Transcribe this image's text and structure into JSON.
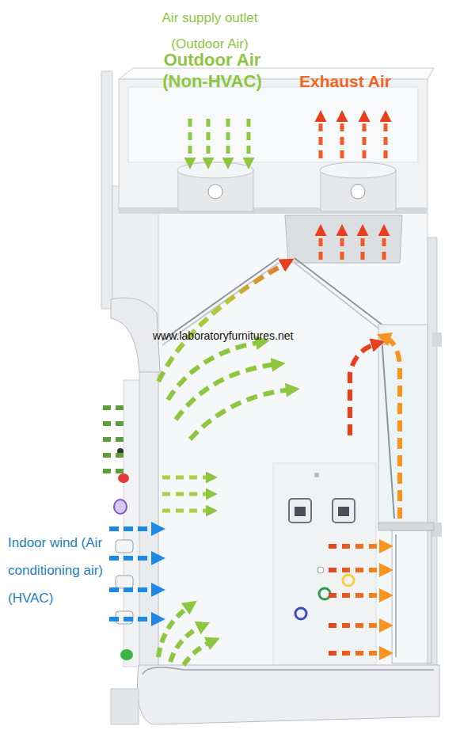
{
  "diagram": {
    "labels": [
      "Air supply outlet (Outdoor Air)",
      "Outdoor Air (Non-HVAC)",
      "Exhaust Air",
      "www.laboratoryfurnitures.net",
      "Indoor wind (Air conditioning air) (HVAC)"
    ]
  }
}
